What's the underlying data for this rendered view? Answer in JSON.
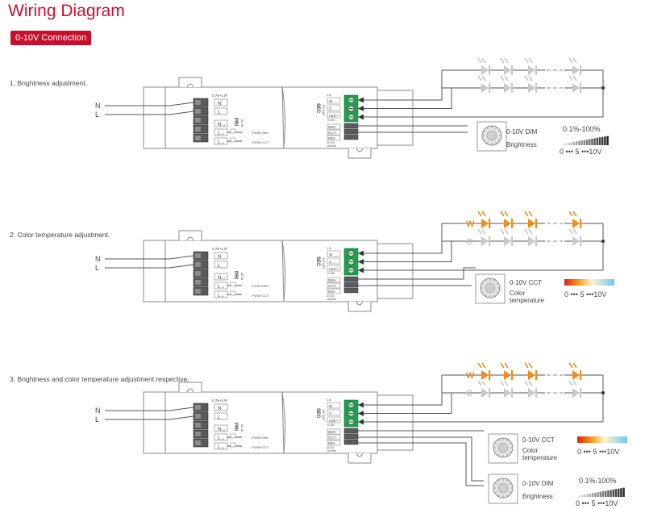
{
  "title": "Wiring Diagram",
  "badge": "0-10V Connection",
  "colors": {
    "accent": "#c8102e",
    "line": "#555555",
    "terminal": "#1aa34a",
    "warm": "#f08c1a",
    "cold": "#c8c8c8",
    "box": "#888888"
  },
  "driver": {
    "pri_label": "PRI",
    "pri_sub": "AC IN",
    "pri_spec": "0.75~1.5²",
    "sec_label": "SEC",
    "sec_sub": "DC OUT",
    "sec_spec": "1.5²",
    "pri_terminals": [
      "N",
      "L",
      "N↔",
      "L↔",
      "L↔"
    ],
    "push_dim": "PUSH DIM",
    "push_cct": "PUSH CCT",
    "sec_terminals": [
      "W",
      "C",
      "LED+",
      "0-10V",
      "DIM+",
      "CCT+",
      "DIM-",
      "Ui 10V",
      "≤100mA"
    ]
  },
  "input_labels": {
    "n": "N",
    "l": "L"
  },
  "led_labels": {
    "w": "W",
    "c": "C"
  },
  "sections": [
    {
      "title": "1. Brightness adjustment."
    },
    {
      "title": "2. Color temperature adjustment."
    },
    {
      "title": "3. Brightness and color temperature adjustment respective."
    }
  ],
  "dim_control": {
    "name": "0-10V DIM",
    "caption": "Brightness",
    "pct": "0.1%-100%",
    "scale": "0 ••• 5 •••10V"
  },
  "cct_control": {
    "name": "0-10V CCT",
    "caption_1": "Color",
    "caption_2": "temperature",
    "scale": "0 ••• 5 •••10V"
  }
}
